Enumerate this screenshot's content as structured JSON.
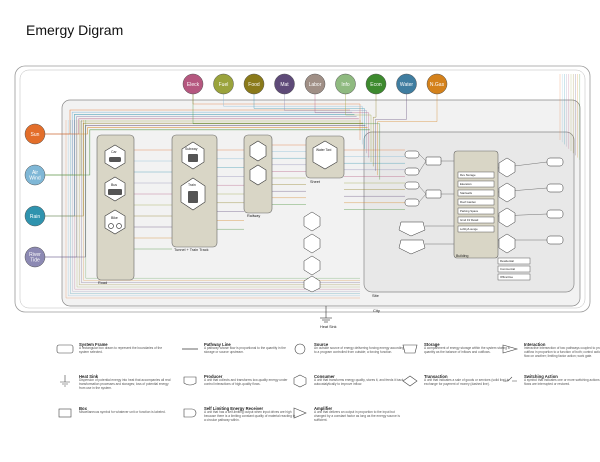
{
  "title": "Emergy Digram",
  "top_sources": [
    {
      "label": "Eleck",
      "color": "#b5577f"
    },
    {
      "label": "Fuel",
      "color": "#9aa33c"
    },
    {
      "label": "Food",
      "color": "#8a7a1a"
    },
    {
      "label": "Mat",
      "color": "#5e4a78"
    },
    {
      "label": "Labor",
      "color": "#a08f86"
    },
    {
      "label": "Info",
      "color": "#8fba80"
    },
    {
      "label": "Econ",
      "color": "#3d8a2e"
    },
    {
      "label": "Water",
      "color": "#3f7da0"
    },
    {
      "label": "N.Gas",
      "color": "#d4811b"
    }
  ],
  "side_sources": [
    {
      "label": "Sun",
      "color": "#e36e2a"
    },
    {
      "label": "Air Wind",
      "color": "#7fb7d6"
    },
    {
      "label": "Rain",
      "color": "#2f93ae"
    },
    {
      "label": "River Tide",
      "color": "#8c89b3"
    }
  ],
  "subsystems": {
    "road": "Road",
    "tunnel": "Tunnel + Train Track",
    "railway": "Railway",
    "sheet": "Sheet",
    "building": "Building",
    "site": "Site",
    "city": "City",
    "heat_sink": "Heat Sink"
  },
  "vehicles": {
    "car": "Car",
    "bus": "Bus",
    "bike": "Bike",
    "subway": "Subway",
    "train": "Train",
    "water_taxi": "Water Taxi"
  },
  "building_rows": [
    "Rev Storage",
    "Elevators",
    "Stairwells",
    "Roof Garden",
    "Parking Space",
    "Grnd Flr Retail",
    "Lobby/Lounge"
  ],
  "building_lower_rows": [
    "Residential",
    "Commercial",
    "Office/Use"
  ],
  "legend": [
    {
      "title": "System Frame",
      "desc": "A rectangular box drawn to represent the boundaries of the system selected."
    },
    {
      "title": "Pathway Line",
      "desc": "A pathway whose flow is proportional to the quantity in the storage or source upstream."
    },
    {
      "title": "Source",
      "desc": "An outside source of energy delivering forcing energy according to a program controlled from outside; a forcing function."
    },
    {
      "title": "Storage",
      "desc": "A compartment of energy storage within the system storing a quantity as the balance of inflows and outflows."
    },
    {
      "title": "Interaction",
      "desc": "Interactive intersection of two pathways coupled to produce an outflow in proportion to a function of both; control action of one flow on another; limiting factor action; work gate."
    },
    {
      "title": "Heat Sink",
      "desc": "Dispersion of potential energy into heat that accompanies all real transformation processes and storages; loss of potential energy from use in the system."
    },
    {
      "title": "Producer",
      "desc": "A unit that collects and transforms low-quality energy under control interactions of high-quality flows."
    },
    {
      "title": "Consumer",
      "desc": "A unit that transforms energy quality, stores it, and feeds it back autocatalytically to improve inflow."
    },
    {
      "title": "Transaction",
      "desc": "A unit that indicates a sale of goods or services (solid line) in exchange for payment of money (dashed line)."
    },
    {
      "title": "Switching Action",
      "desc": "A symbol that indicates one or more switching actions where flows are interrupted or restored."
    },
    {
      "title": "Box",
      "desc": "Miscellaneous symbol for whatever unit or function is labeled."
    },
    {
      "title": "Self Limiting Energy Receiver",
      "desc": "A unit that has a self-limiting output when input drives are high because there is a limiting constant quality of material reacting in a circular pathway within."
    },
    {
      "title": "Amplifier",
      "desc": "A unit that delivers an output in proportion to the input but changed by a constant factor as long as the energy source is sufficient."
    }
  ],
  "colors": {
    "frame": "#9a9a9a",
    "subsystem_fill": "#d9d6c6",
    "city_fill": "#f2f2f2",
    "pathway_palette": [
      "#e36e2a",
      "#7fb7d6",
      "#2f93ae",
      "#8c89b3",
      "#b5577f",
      "#9aa33c",
      "#8a7a1a",
      "#5e4a78",
      "#d4811b",
      "#3d8a2e"
    ]
  }
}
